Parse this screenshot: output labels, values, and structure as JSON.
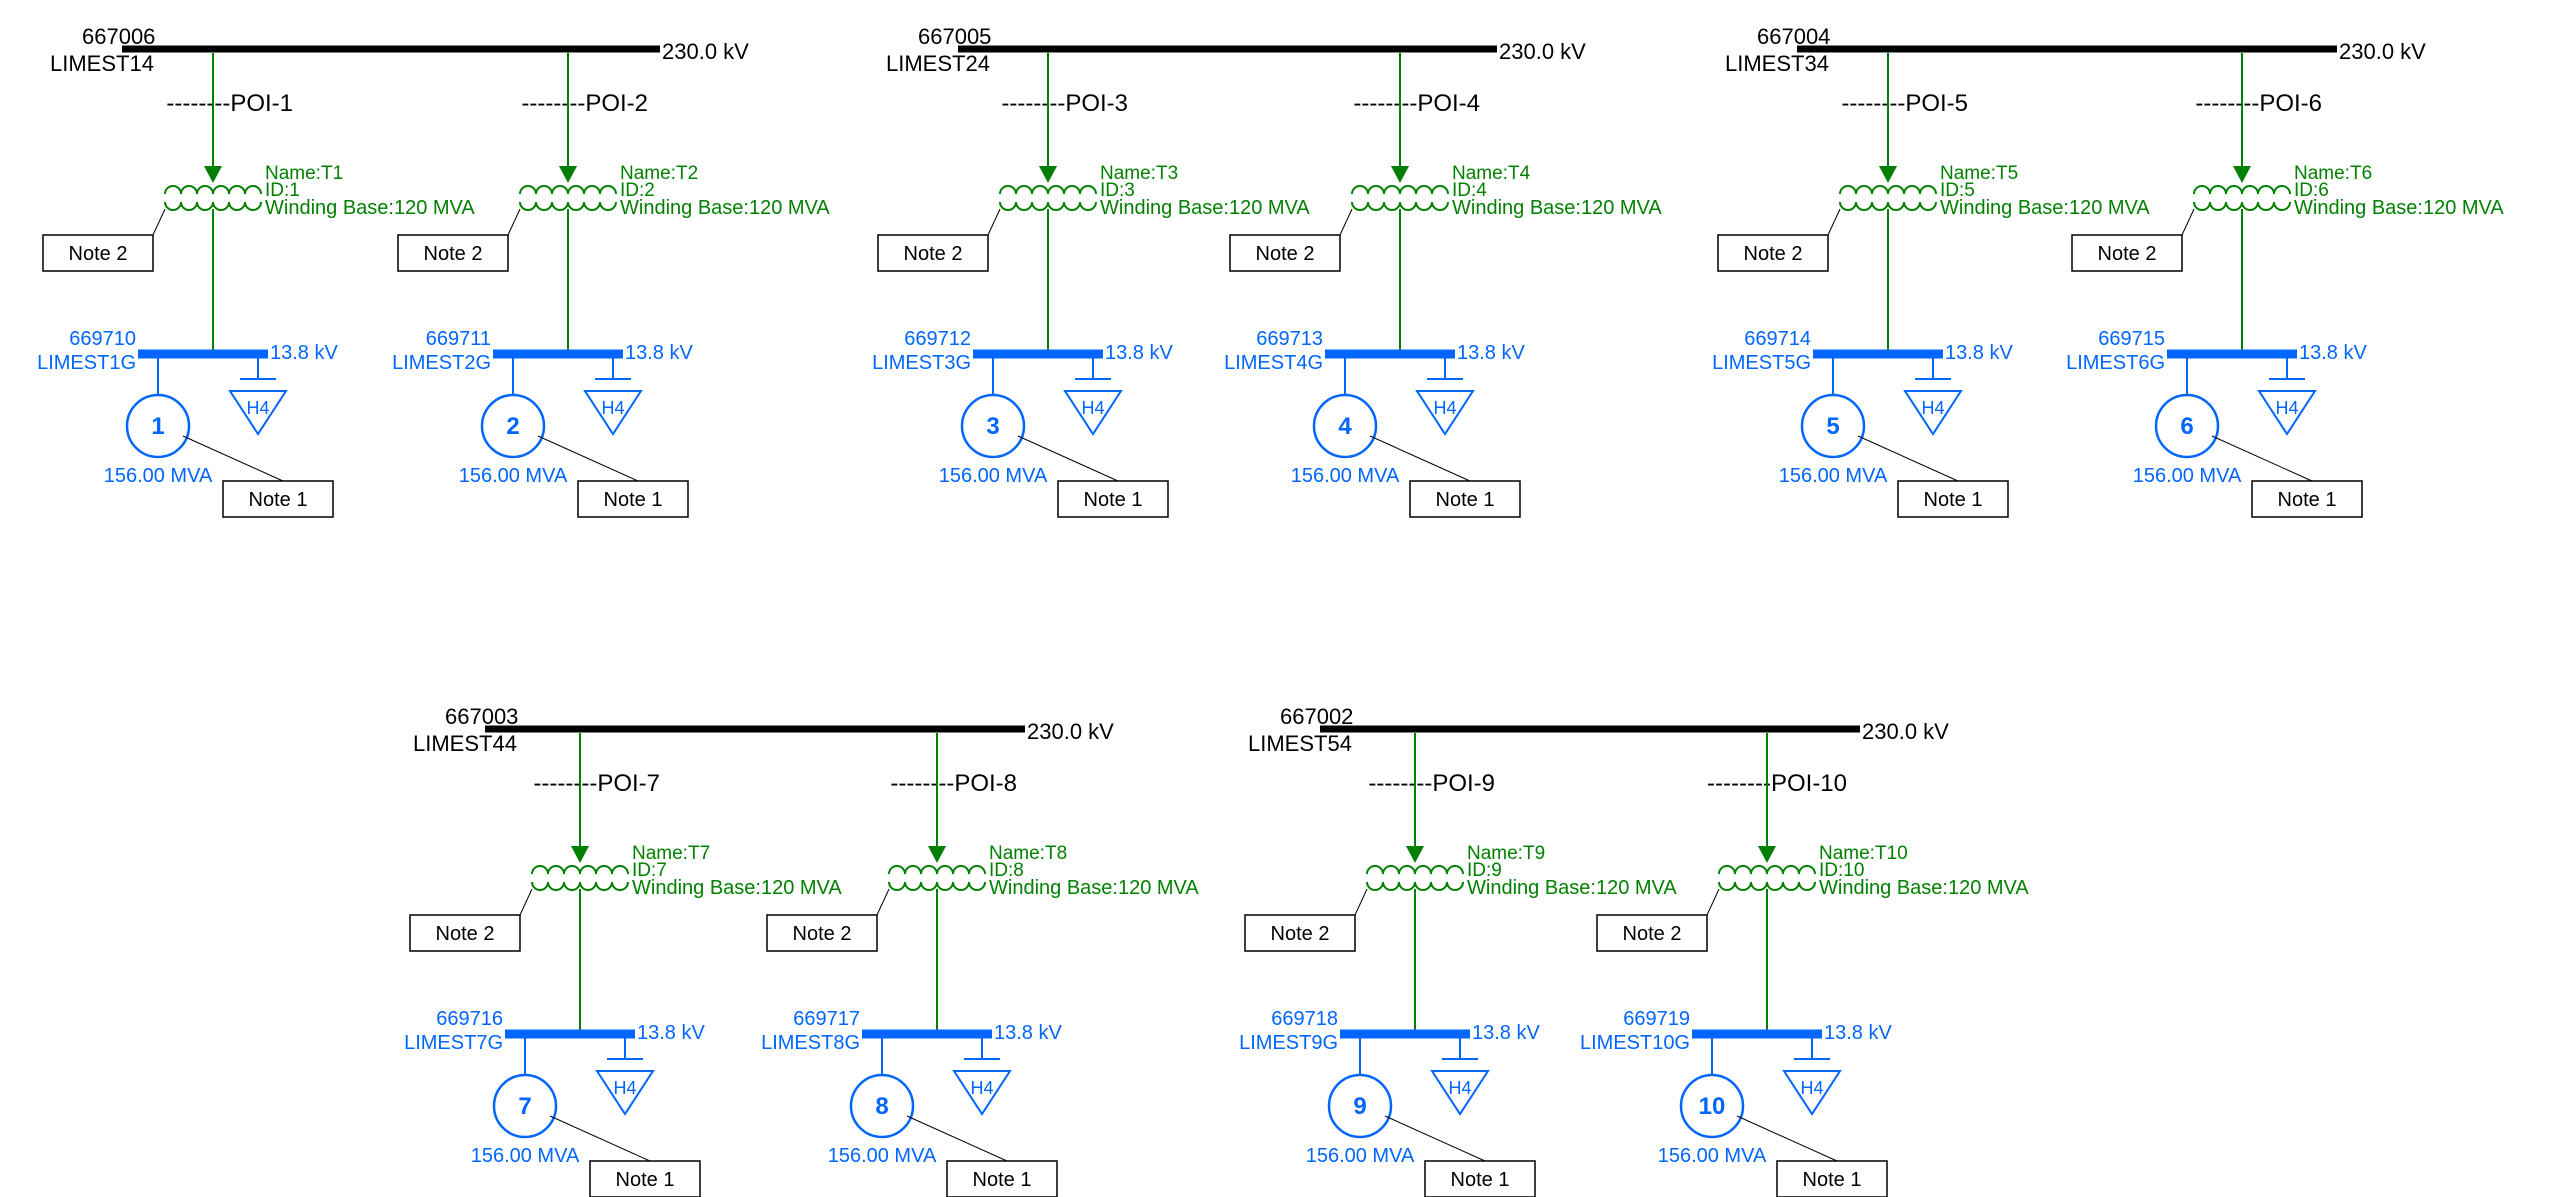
{
  "colors": {
    "hv_bus": "#000000",
    "transformer": "#008000",
    "lv_bus": "#0066ff",
    "notes": "#000000"
  },
  "substations": [
    {
      "hv_bus_number": "667006",
      "hv_bus_name": "LIMEST14",
      "hv_voltage": "230.0 kV",
      "bays": [
        {
          "poi": "--------POI-1",
          "xf_name": "Name:T1",
          "xf_id": "ID:1",
          "xf_base": "Winding Base:120 MVA",
          "xf_note": "Note 2",
          "lv_bus_number": "669710",
          "lv_bus_name": "LIMEST1G",
          "lv_voltage": "13.8 kV",
          "load_label": "H4",
          "gen_id": "1",
          "gen_mva": "156.00 MVA",
          "gen_note": "Note 1"
        },
        {
          "poi": "--------POI-2",
          "xf_name": "Name:T2",
          "xf_id": "ID:2",
          "xf_base": "Winding Base:120 MVA",
          "xf_note": "Note 2",
          "lv_bus_number": "669711",
          "lv_bus_name": "LIMEST2G",
          "lv_voltage": "13.8 kV",
          "load_label": "H4",
          "gen_id": "2",
          "gen_mva": "156.00 MVA",
          "gen_note": "Note 1"
        }
      ]
    },
    {
      "hv_bus_number": "667005",
      "hv_bus_name": "LIMEST24",
      "hv_voltage": "230.0 kV",
      "bays": [
        {
          "poi": "--------POI-3",
          "xf_name": "Name:T3",
          "xf_id": "ID:3",
          "xf_base": "Winding Base:120 MVA",
          "xf_note": "Note 2",
          "lv_bus_number": "669712",
          "lv_bus_name": "LIMEST3G",
          "lv_voltage": "13.8 kV",
          "load_label": "H4",
          "gen_id": "3",
          "gen_mva": "156.00 MVA",
          "gen_note": "Note 1"
        },
        {
          "poi": "--------POI-4",
          "xf_name": "Name:T4",
          "xf_id": "ID:4",
          "xf_base": "Winding Base:120 MVA",
          "xf_note": "Note 2",
          "lv_bus_number": "669713",
          "lv_bus_name": "LIMEST4G",
          "lv_voltage": "13.8 kV",
          "load_label": "H4",
          "gen_id": "4",
          "gen_mva": "156.00 MVA",
          "gen_note": "Note 1"
        }
      ]
    },
    {
      "hv_bus_number": "667004",
      "hv_bus_name": "LIMEST34",
      "hv_voltage": "230.0 kV",
      "bays": [
        {
          "poi": "--------POI-5",
          "xf_name": "Name:T5",
          "xf_id": "ID:5",
          "xf_base": "Winding Base:120 MVA",
          "xf_note": "Note 2",
          "lv_bus_number": "669714",
          "lv_bus_name": "LIMEST5G",
          "lv_voltage": "13.8 kV",
          "load_label": "H4",
          "gen_id": "5",
          "gen_mva": "156.00 MVA",
          "gen_note": "Note 1"
        },
        {
          "poi": "--------POI-6",
          "xf_name": "Name:T6",
          "xf_id": "ID:6",
          "xf_base": "Winding Base:120 MVA",
          "xf_note": "Note 2",
          "lv_bus_number": "669715",
          "lv_bus_name": "LIMEST6G",
          "lv_voltage": "13.8 kV",
          "load_label": "H4",
          "gen_id": "6",
          "gen_mva": "156.00 MVA",
          "gen_note": "Note 1"
        }
      ]
    },
    {
      "hv_bus_number": "667003",
      "hv_bus_name": "LIMEST44",
      "hv_voltage": "230.0 kV",
      "bays": [
        {
          "poi": "--------POI-7",
          "xf_name": "Name:T7",
          "xf_id": "ID:7",
          "xf_base": "Winding Base:120 MVA",
          "xf_note": "Note 2",
          "lv_bus_number": "669716",
          "lv_bus_name": "LIMEST7G",
          "lv_voltage": "13.8 kV",
          "load_label": "H4",
          "gen_id": "7",
          "gen_mva": "156.00 MVA",
          "gen_note": "Note 1"
        },
        {
          "poi": "--------POI-8",
          "xf_name": "Name:T8",
          "xf_id": "ID:8",
          "xf_base": "Winding Base:120 MVA",
          "xf_note": "Note 2",
          "lv_bus_number": "669717",
          "lv_bus_name": "LIMEST8G",
          "lv_voltage": "13.8 kV",
          "load_label": "H4",
          "gen_id": "8",
          "gen_mva": "156.00 MVA",
          "gen_note": "Note 1"
        }
      ]
    },
    {
      "hv_bus_number": "667002",
      "hv_bus_name": "LIMEST54",
      "hv_voltage": "230.0 kV",
      "bays": [
        {
          "poi": "--------POI-9",
          "xf_name": "Name:T9",
          "xf_id": "ID:9",
          "xf_base": "Winding Base:120 MVA",
          "xf_note": "Note 2",
          "lv_bus_number": "669718",
          "lv_bus_name": "LIMEST9G",
          "lv_voltage": "13.8 kV",
          "load_label": "H4",
          "gen_id": "9",
          "gen_mva": "156.00 MVA",
          "gen_note": "Note 1"
        },
        {
          "poi": "--------POI-10",
          "xf_name": "Name:T10",
          "xf_id": "ID:10",
          "xf_base": "Winding Base:120 MVA",
          "xf_note": "Note 2",
          "lv_bus_number": "669719",
          "lv_bus_name": "LIMEST10G",
          "lv_voltage": "13.8 kV",
          "load_label": "H4",
          "gen_id": "10",
          "gen_mva": "156.00 MVA",
          "gen_note": "Note 1"
        }
      ]
    }
  ]
}
